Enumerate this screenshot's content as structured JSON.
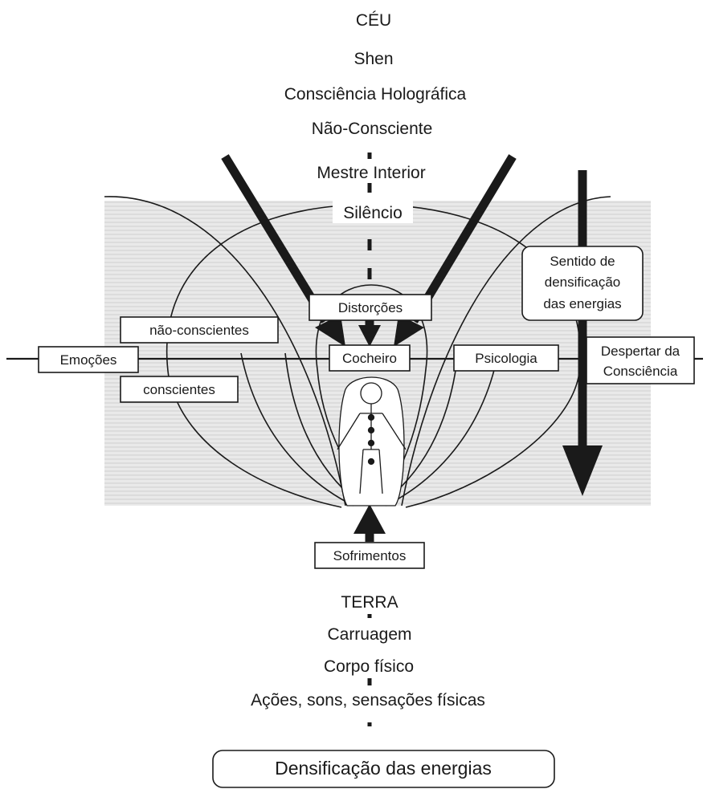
{
  "top_labels": [
    "CÉU",
    "Shen",
    "Consciência Holográfica",
    "Não-Consciente",
    "Mestre Interior",
    "Silêncio"
  ],
  "boxes": {
    "distorcoes": "Distorções",
    "nao_conscientes": "não-conscientes",
    "emocoes": "Emoções",
    "conscientes": "conscientes",
    "cocheiro": "Cocheiro",
    "psicologia": "Psicologia",
    "sofrimentos": "Sofrimentos"
  },
  "sentido_box": [
    "Sentido de",
    "densificação",
    "das energias"
  ],
  "despertar_box": [
    "Despertar da",
    "Consciência"
  ],
  "bottom_labels": [
    "TERRA",
    "Carruagem",
    "Corpo físico",
    "Ações, sons, sensações físicas"
  ],
  "footer_label": "Densificação das energias",
  "colors": {
    "ink": "#1a1a1a",
    "shading": "#d9d9d9",
    "background": "#ffffff"
  }
}
